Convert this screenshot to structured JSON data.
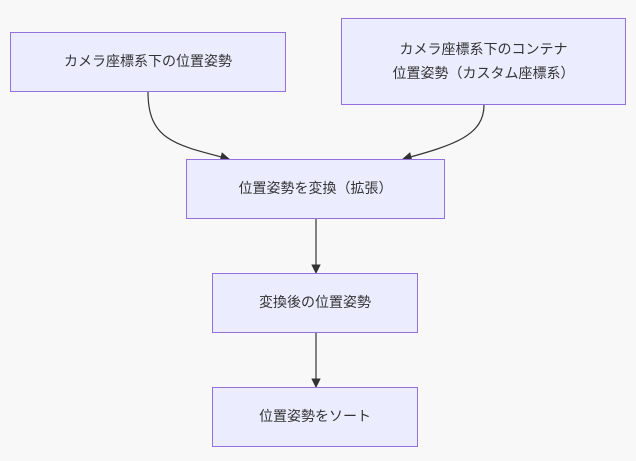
{
  "diagram": {
    "colors": {
      "background": "#f8f8f8",
      "node_fill": "#ececff",
      "node_border": "#9370db",
      "text": "#333333",
      "edge": "#333333"
    },
    "nodes": {
      "camera_pose": {
        "label": "カメラ座標系下の位置姿勢"
      },
      "container_pose": {
        "line1": "カメラ座標系下のコンテナ",
        "line2": "位置姿勢（カスタム座標系）"
      },
      "transform_pose": {
        "label": "位置姿勢を変換（拡張）"
      },
      "transformed_pose": {
        "label": "変換後の位置姿勢"
      },
      "sort_pose": {
        "label": "位置姿勢をソート"
      }
    },
    "edges": [
      {
        "from": "camera_pose",
        "to": "transform_pose"
      },
      {
        "from": "container_pose",
        "to": "transform_pose"
      },
      {
        "from": "transform_pose",
        "to": "transformed_pose"
      },
      {
        "from": "transformed_pose",
        "to": "sort_pose"
      }
    ]
  }
}
